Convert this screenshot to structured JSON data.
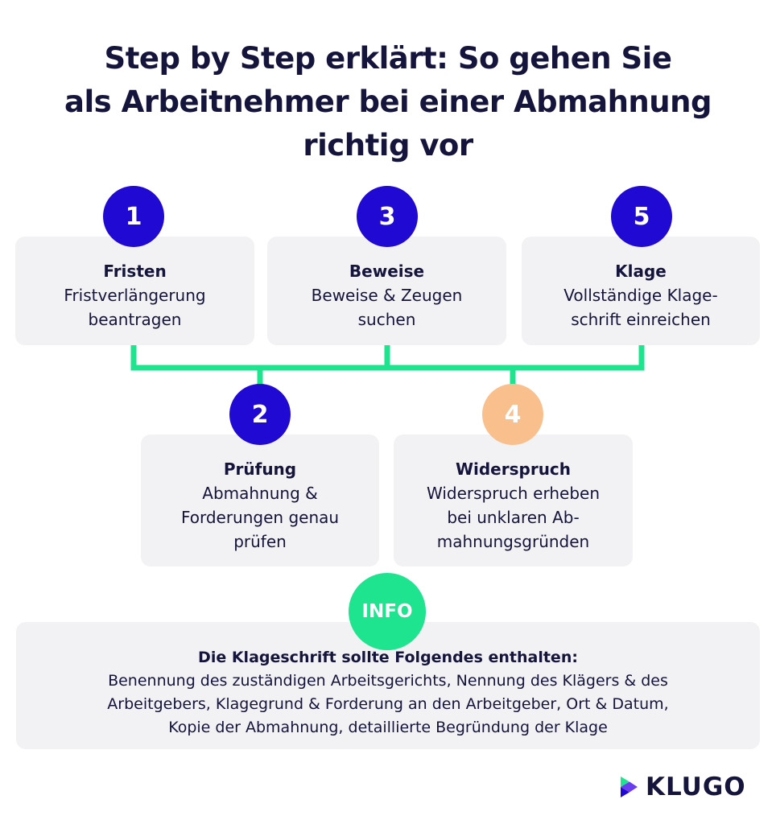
{
  "title": {
    "line1": "Step by Step erklärt: So gehen Sie",
    "line2": "als Arbeitnehmer bei einer Abmahnung",
    "line3": "richtig vor"
  },
  "colors": {
    "primary": "#2009d2",
    "accent_green": "#1ee38f",
    "accent_orange": "#f9c08d",
    "card_bg": "#f2f2f4",
    "text": "#14143c"
  },
  "steps": [
    {
      "number": "1",
      "heading": "Fristen",
      "lines": [
        "Fristverlängerung",
        "beantragen"
      ]
    },
    {
      "number": "2",
      "heading": "Prüfung",
      "lines": [
        "Abmahnung &",
        "Forderungen genau",
        "prüfen"
      ]
    },
    {
      "number": "3",
      "heading": "Beweise",
      "lines": [
        "Beweise & Zeugen",
        "suchen"
      ]
    },
    {
      "number": "4",
      "heading": "Widerspruch",
      "lines": [
        "Widerspruch erheben",
        "bei unklaren Ab-",
        "mahnungsgründen"
      ]
    },
    {
      "number": "5",
      "heading": "Klage",
      "lines": [
        "Vollständige Klage-",
        "schrift einreichen"
      ]
    }
  ],
  "info": {
    "badge": "INFO",
    "heading": "Die Klageschrift sollte Folgendes enthalten:",
    "lines": [
      "Benennung des zuständigen Arbeitsgerichts, Nennung des Klägers & des",
      "Arbeitgebers, Klagegrund & Forderung an den Arbeitgeber, Ort & Datum,",
      "Kopie der Abmahnung, detaillierte Begründung der Klage"
    ]
  },
  "logo": {
    "text": "KLUGO",
    "icon": "play-logo-icon"
  }
}
